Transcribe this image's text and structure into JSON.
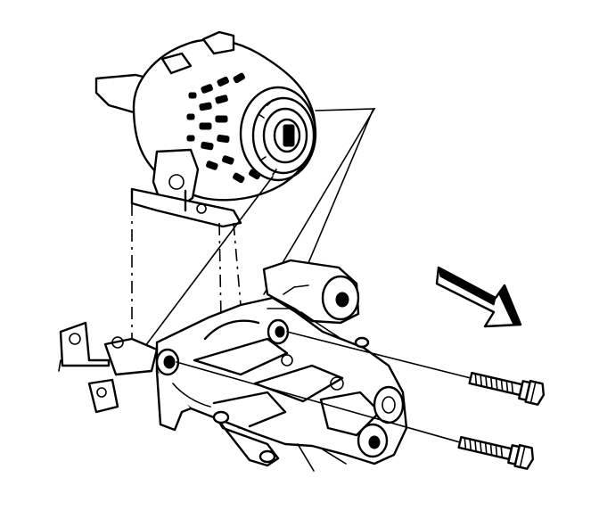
{
  "figure": {
    "components": [
      "alternator",
      "alternator-pulley",
      "alternator-mounting-bracket",
      "engine-bracket",
      "bracket-bolt-upper",
      "bracket-bolt-lower",
      "washer-plate",
      "direction-arrow"
    ],
    "icons": [
      "arrow-icon"
    ],
    "colors": {
      "ink": "#000000",
      "paper": "#ffffff"
    }
  }
}
